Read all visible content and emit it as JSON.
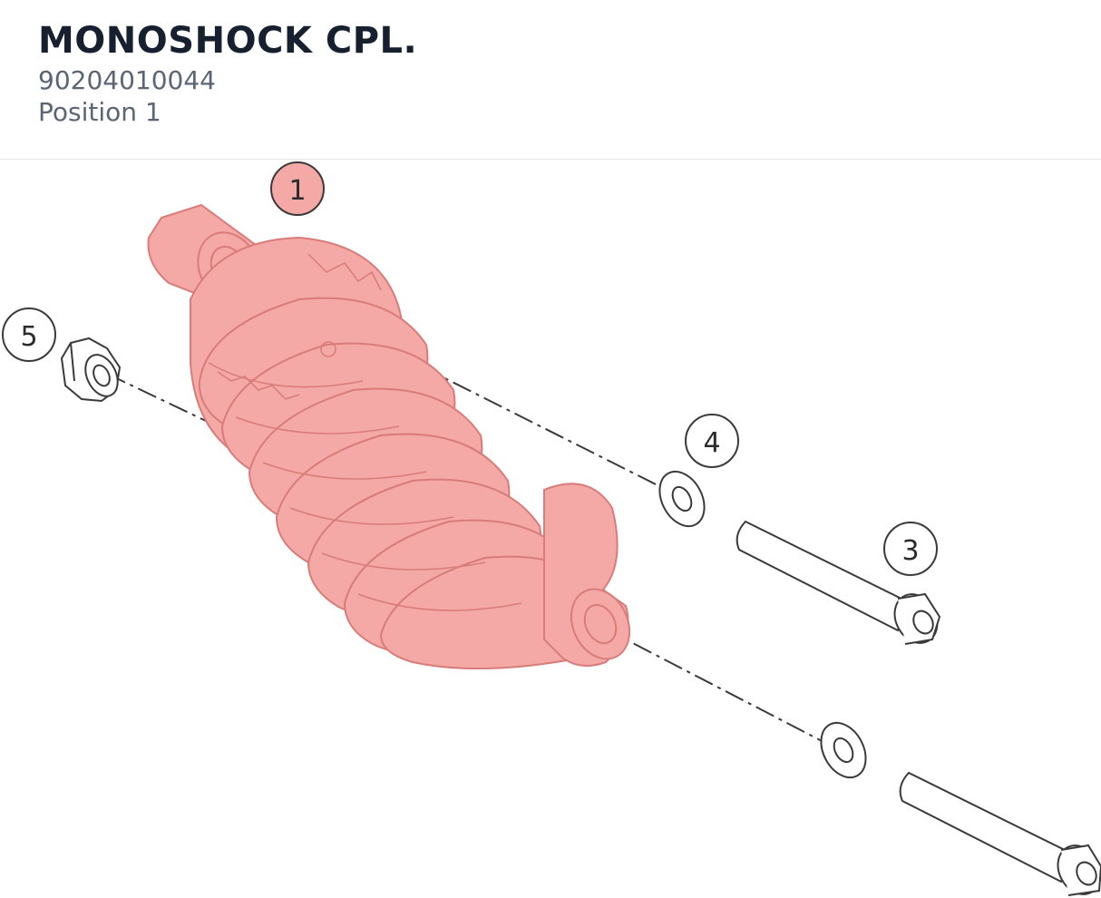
{
  "header": {
    "title": "MONOSHOCK CPL.",
    "part_number": "90204010044",
    "position": "Position 1"
  },
  "diagram": {
    "highlight_color": "#f4a9a6",
    "highlight_stroke": "#d97c79",
    "line_color": "#3a3a3a",
    "callouts": [
      {
        "label": "1",
        "highlighted": true
      },
      {
        "label": "3",
        "highlighted": false
      },
      {
        "label": "4",
        "highlighted": false
      },
      {
        "label": "5",
        "highlighted": false
      }
    ]
  }
}
